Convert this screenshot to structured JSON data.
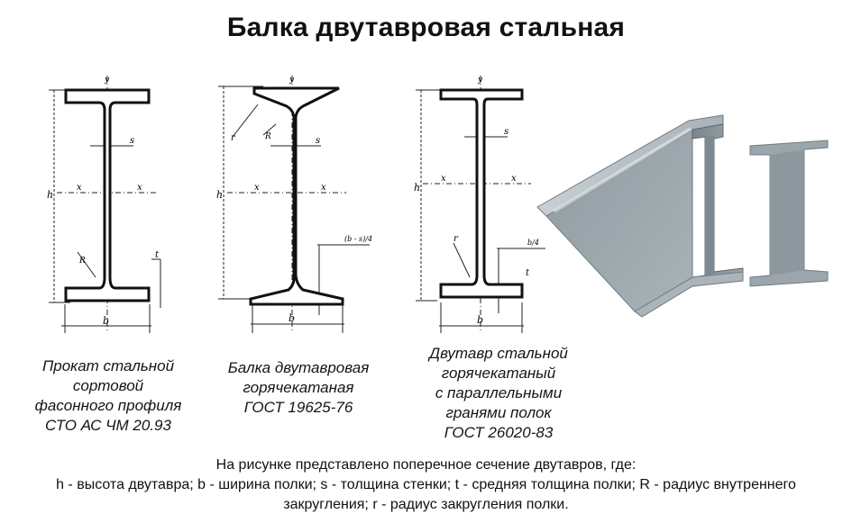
{
  "title": "Балка двутавровая стальная",
  "diagrams": [
    {
      "caption_lines": [
        "Прокат стальной",
        "сортовой",
        "фасонного профиля",
        "СТО АС ЧМ 20.93"
      ],
      "labels": {
        "h": "h",
        "b": "b",
        "s": "s",
        "t": "t",
        "R": "R",
        "x": "x",
        "y": "y"
      }
    },
    {
      "caption_lines": [
        "Балка двутавровая",
        "горячекатаная",
        "ГОСТ 19625-76"
      ],
      "labels": {
        "h": "h",
        "b": "b",
        "s": "s",
        "r": "r",
        "R": "R",
        "x": "x",
        "y": "y",
        "flange_note": "(b - s)/4"
      }
    },
    {
      "caption_lines": [
        "Двутавр стальной",
        "горячекатаный",
        "с параллельными",
        "гранями полок",
        "ГОСТ 26020-83"
      ],
      "labels": {
        "h": "h",
        "b": "b",
        "s": "s",
        "t": "t",
        "r": "r",
        "x": "x",
        "y": "y",
        "flange_note": "b/4"
      }
    }
  ],
  "note": {
    "line1": "На рисунке представлено поперечное сечение двутавров, где:",
    "line2": "h - высота двутавра; b - ширина полки; s - толщина стенки; t - средняя толщина полки; R - радиус внутреннего",
    "line3": "закругления; r - радиус закругления полки."
  },
  "colors": {
    "beam_light": "#b9c3c8",
    "beam_mid": "#8e9aa1",
    "beam_dark": "#66727a"
  }
}
